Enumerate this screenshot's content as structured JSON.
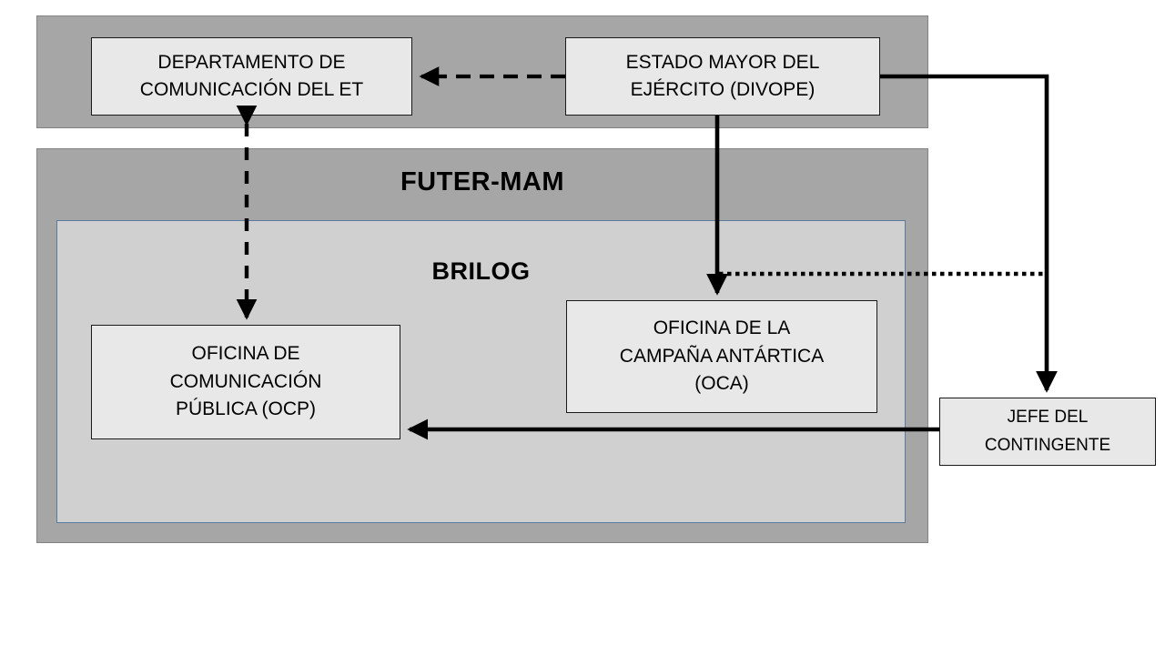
{
  "diagram": {
    "containers": {
      "top_band": {
        "label": ""
      },
      "futer": {
        "label": "FUTER-MAM"
      },
      "brilog": {
        "label": "BRILOG"
      }
    },
    "nodes": {
      "dept": {
        "label": "DEPARTAMENTO DE\nCOMUNICACIÓN DEL ET"
      },
      "emd": {
        "label": "ESTADO MAYOR DEL\nEJÉRCITO (DIVOPE)"
      },
      "oca": {
        "label": "OFICINA DE LA\nCAMPAÑA ANTÁRTICA\n(OCA)"
      },
      "ocp": {
        "label": "OFICINA DE\nCOMUNICACIÓN\nPÚBLICA (OCP)"
      },
      "jefe": {
        "label": "JEFE DEL\nCONTINGENTE"
      }
    },
    "edges": [
      {
        "from": "emd",
        "to": "dept",
        "style": "dashed",
        "arrow": "single"
      },
      {
        "from": "dept",
        "to": "ocp",
        "style": "dashed",
        "arrow": "double"
      },
      {
        "from": "emd",
        "to": "oca",
        "style": "solid",
        "arrow": "single"
      },
      {
        "from": "emd",
        "to": "jefe",
        "style": "solid",
        "arrow": "single"
      },
      {
        "from": "emd_oca_line",
        "to": "emd_jefe_line",
        "style": "dotted",
        "arrow": "none"
      },
      {
        "from": "jefe",
        "to": "ocp",
        "style": "solid",
        "arrow": "single"
      }
    ],
    "colors": {
      "band_gray": "#a6a6a6",
      "band_border": "#848484",
      "brilog_fill": "#d1d0d0",
      "brilog_border": "#5b7b9e",
      "node_fill": "#e9e8e8",
      "node_border": "#1a1a1a",
      "line": "#000000",
      "background": "#ffffff"
    }
  }
}
